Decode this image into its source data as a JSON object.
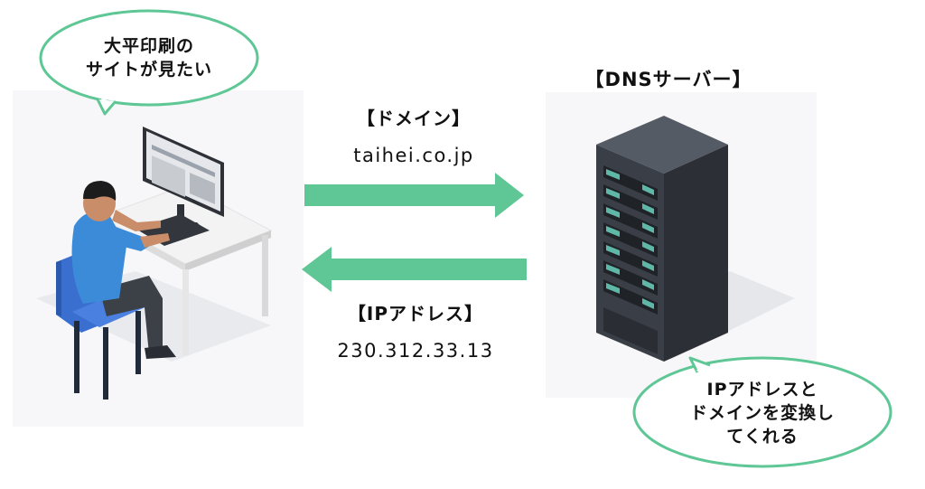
{
  "client": {
    "bubble_lines": "大平印刷の\nサイトが見たい",
    "figure_icon": "person-at-computer-illustration"
  },
  "server": {
    "title": "【DNSサーバー】",
    "bubble_lines": "IPアドレスと\nドメインを変換し\nてくれる",
    "figure_icon": "server-rack-illustration"
  },
  "request": {
    "label": "【ドメイン】",
    "value": "taihei.co.jp",
    "arrow_direction": "right"
  },
  "response": {
    "label": "【IPアドレス】",
    "value": "230.312.33.13",
    "arrow_direction": "left"
  },
  "colors": {
    "arrow": "#5ec795",
    "bubble_border": "#5ec795",
    "bubble_fill": "#ffffff",
    "scene_bg": "#f2f3f6",
    "shirt": "#3b8bd9",
    "chair": "#3a6fd0",
    "server_body": "#3a3f47",
    "server_slot": "#5fb7a8"
  }
}
